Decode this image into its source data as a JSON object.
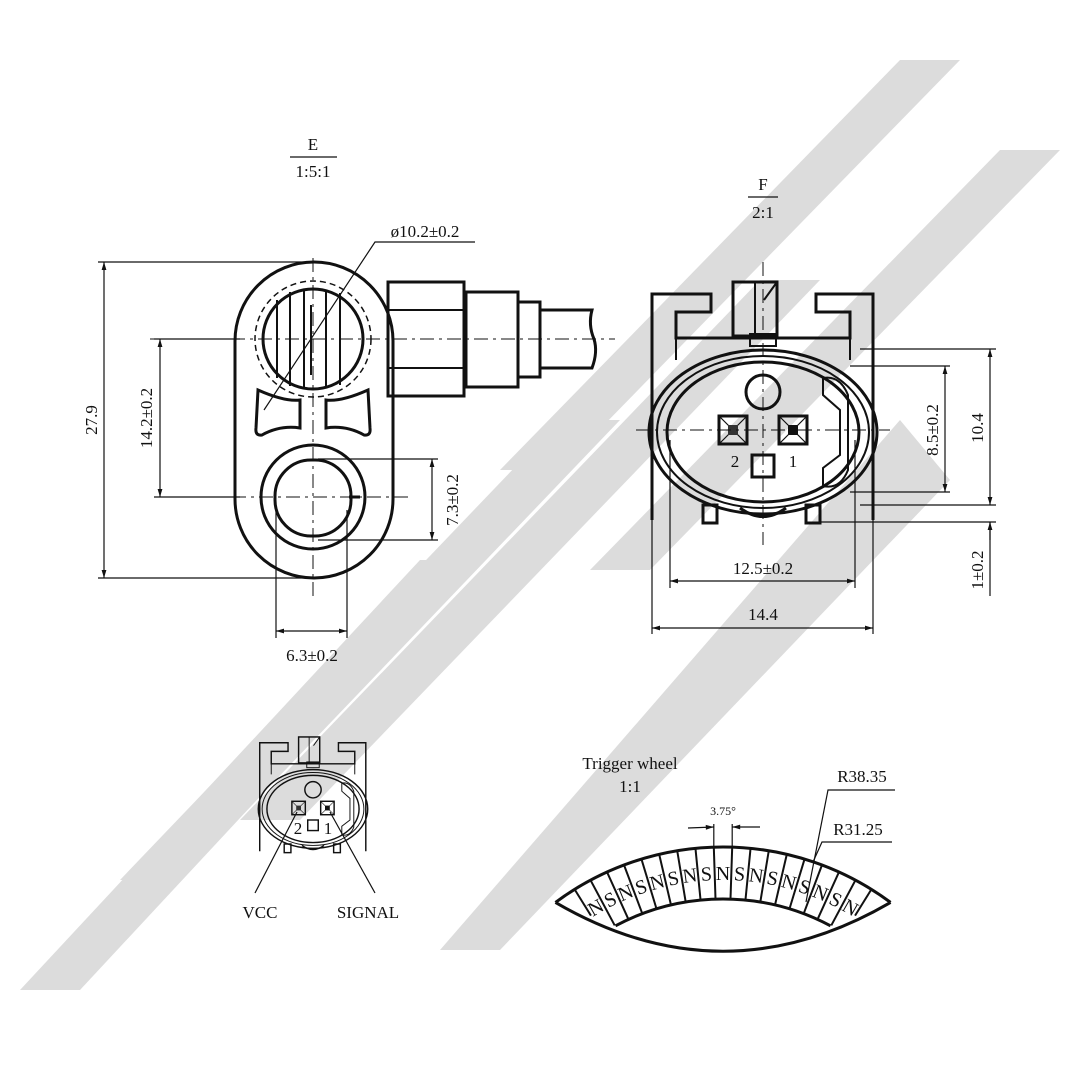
{
  "view_e": {
    "letter": "E",
    "scale": "1:5:1",
    "dims": {
      "total_height": "27.9",
      "hole_spacing": "14.2±0.2",
      "hole_diameter": "7.3±0.2",
      "hole_width": "6.3±0.2",
      "sensor_diameter": "ø10.2±0.2"
    }
  },
  "view_f": {
    "letter": "F",
    "scale": "2:1",
    "pin_labels": [
      "2",
      "1"
    ],
    "dims": {
      "height": "10.4",
      "inner_height": "8.5±0.2",
      "offset": "1±0.2",
      "inner_width": "12.5±0.2",
      "width": "14.4"
    }
  },
  "pinout": {
    "pin_labels": [
      "2",
      "1"
    ],
    "vcc": "VCC",
    "signal": "SIGNAL"
  },
  "trigger_wheel": {
    "title": "Trigger wheel",
    "scale": "1:1",
    "pitch": "3.75°",
    "outer_radius": "R38.35",
    "inner_radius": "R31.25",
    "poles": [
      "N",
      "S",
      "N",
      "S",
      "N",
      "S",
      "N",
      "S",
      "N",
      "S",
      "N",
      "S",
      "N",
      "S",
      "N",
      "S",
      "N"
    ]
  }
}
